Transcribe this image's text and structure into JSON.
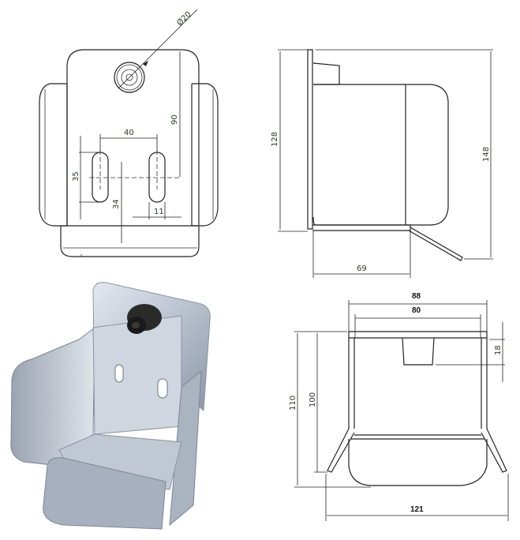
{
  "figure": {
    "title": "",
    "views": {
      "front": {
        "labels": {
          "hole_diameter": "Ø20",
          "slot_spacing": "40",
          "slot_length": "35",
          "hole_to_slot": "90",
          "slot_to_base": "34",
          "slot_width": "11"
        }
      },
      "side": {
        "labels": {
          "height_back": "128",
          "height_total": "148",
          "depth": "69"
        }
      },
      "top": {
        "labels": {
          "outer_width": "88",
          "inner_width": "80",
          "stop_depth": "18",
          "total_length": "110",
          "inner_length": "100",
          "flare_width": "121"
        }
      },
      "photo": {
        "caption": "",
        "colors": {
          "metal": "#c5ccd6",
          "rubber": "#1e1e1e"
        }
      }
    },
    "colors": {
      "line": "#222222",
      "label": "#2b3b2b",
      "background": "#ffffff"
    }
  }
}
